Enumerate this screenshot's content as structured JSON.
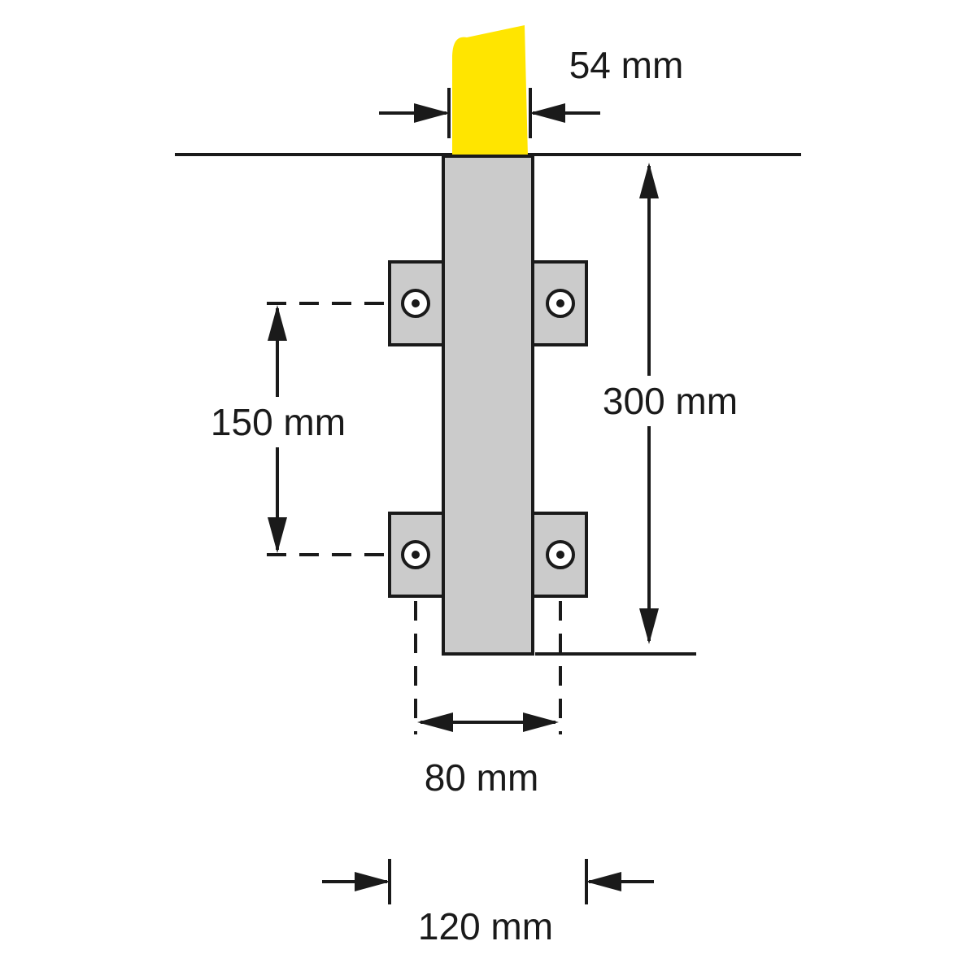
{
  "labels": {
    "dim_post_width": "54 mm",
    "dim_underground_depth": "300 mm",
    "dim_plate_spacing": "150 mm",
    "dim_bolt_hole_spacing": "80 mm",
    "dim_plate_width": "120 mm"
  },
  "colors": {
    "post_yellow": "#FFE500",
    "steel_gray": "#CBCBCB",
    "line": "#1A1A1A",
    "background": "#FFFFFF"
  }
}
